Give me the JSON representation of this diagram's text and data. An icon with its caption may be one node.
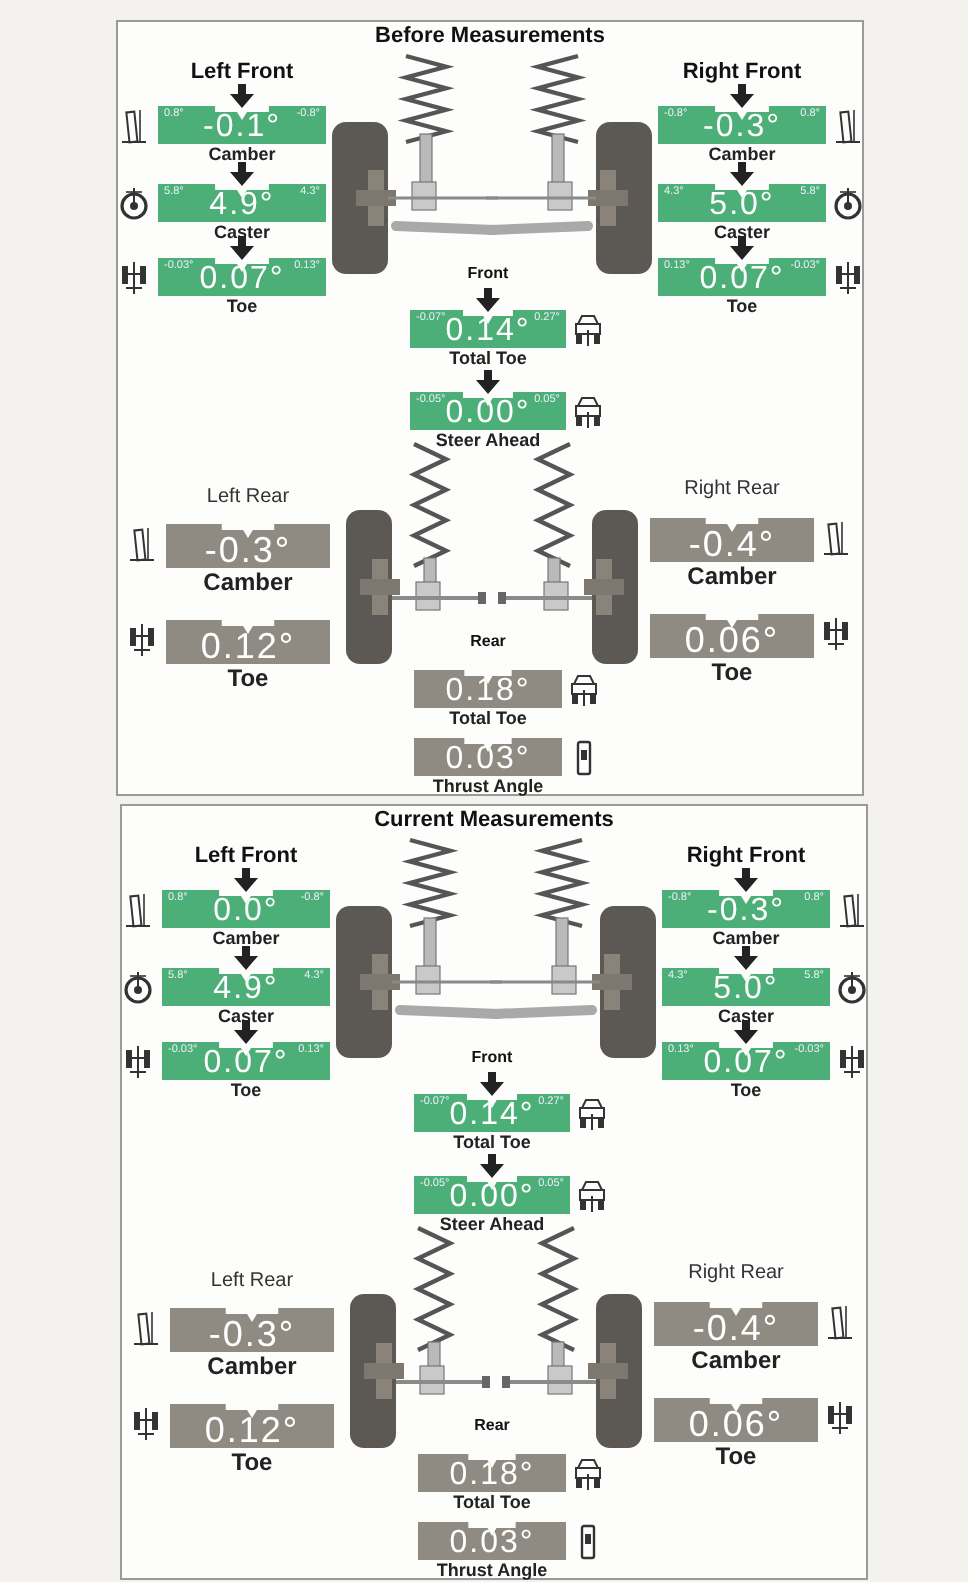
{
  "diagram": {
    "nodes": [
      {
        "text": [
          "Before Measurements"
        ]
      },
      {
        "text": [
          "0.8°",
          "-0.1°",
          "-0.8°"
        ],
        "beside": [
          "Camber"
        ],
        "in": 0
      },
      {
        "text": [
          "-0.8°",
          "-0.3°",
          "0.8°"
        ],
        "beside": [
          "Camber"
        ],
        "in": 0
      },
      {
        "text": [
          "5.8°",
          "4.9°",
          "4.3°"
        ],
        "beside": [
          "Caster"
        ],
        "in": 0
      },
      {
        "text": [
          "4.3°",
          "5.0°",
          "5.8°"
        ],
        "beside": [
          "Caster"
        ],
        "in": 0
      },
      {
        "text": [
          "-0.03°",
          "0.07°",
          "0.13°"
        ],
        "beside": [
          "Toe"
        ],
        "in": 0
      },
      {
        "text": [
          "0.13°",
          "0.07°",
          "-0.03°"
        ],
        "beside": [
          "Toe"
        ],
        "in": 0
      },
      {
        "text": [
          "-0.07°",
          "0.14°",
          "0.27°"
        ],
        "beside": [
          "Total Toe"
        ],
        "in": 0
      },
      {
        "text": [
          "-0.05°",
          "0.00°",
          "0.05°"
        ],
        "beside": [
          "Steer Ahead"
        ],
        "in": 0
      },
      {
        "text": [
          "-0.3°"
        ],
        "beside": [
          "Camber"
        ],
        "in": 0
      },
      {
        "text": [
          "-0.4°"
        ],
        "beside": [
          "Camber"
        ],
        "in": 0
      },
      {
        "text": [
          "0.12°"
        ],
        "beside": [
          "Toe"
        ],
        "in": 0
      },
      {
        "text": [
          "0.06°"
        ],
        "beside": [
          "Toe"
        ],
        "in": 0
      },
      {
        "text": [
          "0.18°"
        ],
        "beside": [
          "Total Toe"
        ],
        "in": 0
      },
      {
        "text": [
          "0.03°"
        ],
        "beside": [
          "Thrust Angle"
        ],
        "in": 0
      },
      {
        "text": [
          "Current Measurements"
        ]
      },
      {
        "text": [
          "0.8°",
          "0.0°",
          "-0.8°"
        ],
        "beside": [
          "Camber"
        ],
        "in": 15
      },
      {
        "text": [
          "-0.8°",
          "-0.3°",
          "0.8°"
        ],
        "beside": [
          "Camber"
        ],
        "in": 15
      },
      {
        "text": [
          "5.8°",
          "4.9°",
          "4.3°"
        ],
        "beside": [
          "Caster"
        ],
        "in": 15
      },
      {
        "text": [
          "4.3°",
          "5.0°",
          "5.8°"
        ],
        "beside": [
          "Caster"
        ],
        "in": 15
      },
      {
        "text": [
          "-0.03°",
          "0.07°",
          "0.13°"
        ],
        "beside": [
          "Toe"
        ],
        "in": 15
      },
      {
        "text": [
          "0.13°",
          "0.07°",
          "-0.03°"
        ],
        "beside": [
          "Toe"
        ],
        "in": 15
      },
      {
        "text": [
          "-0.07°",
          "0.14°",
          "0.27°"
        ],
        "beside": [
          "Total Toe"
        ],
        "in": 15
      },
      {
        "text": [
          "-0.05°",
          "0.00°",
          "0.05°"
        ],
        "beside": [
          "Steer Ahead"
        ],
        "in": 15
      },
      {
        "text": [
          "-0.3°"
        ],
        "beside": [
          "Camber"
        ],
        "in": 15
      },
      {
        "text": [
          "-0.4°"
        ],
        "beside": [
          "Camber"
        ],
        "in": 15
      },
      {
        "text": [
          "0.12°"
        ],
        "beside": [
          "Toe"
        ],
        "in": 15
      },
      {
        "text": [
          "0.06°"
        ],
        "beside": [
          "Toe"
        ],
        "in": 15
      },
      {
        "text": [
          "0.18°"
        ],
        "beside": [
          "Total Toe"
        ],
        "in": 15
      },
      {
        "text": [
          "0.03°"
        ],
        "beside": [
          "Thrust Angle"
        ],
        "in": 15
      }
    ],
    "edges": [],
    "labels": [
      "Left Front",
      "Right Front",
      "Front",
      "Left Rear",
      "Right Rear",
      "Rear",
      "Left Front",
      "Right Front",
      "Front",
      "Left Rear",
      "Right Rear",
      "Rear"
    ]
  }
}
